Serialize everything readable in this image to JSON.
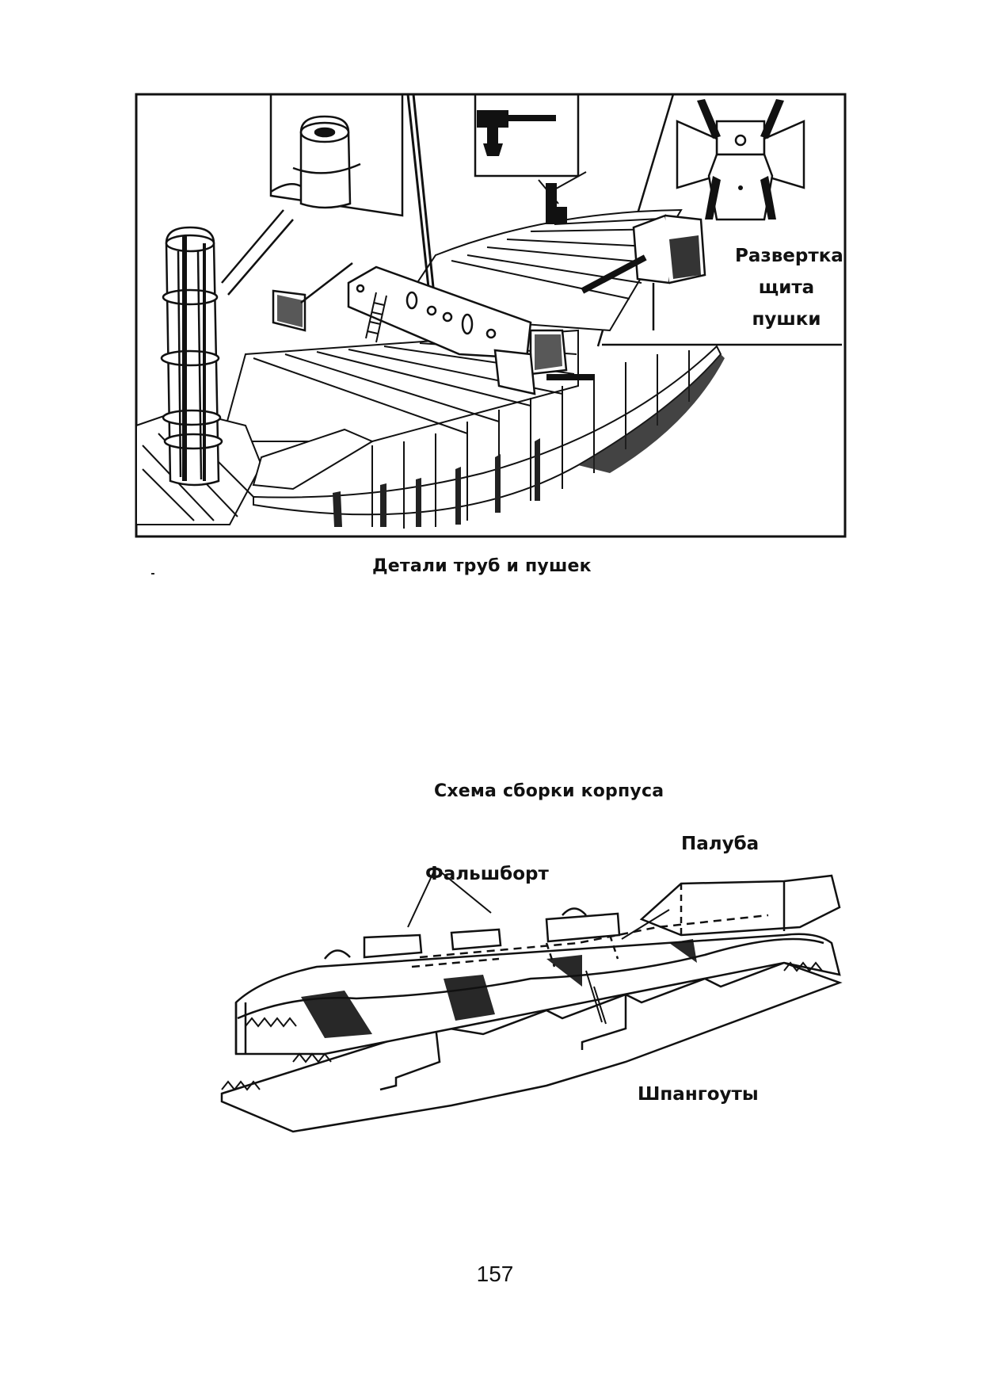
{
  "figure1": {
    "caption": "Детали труб и пушек",
    "shield_label": [
      "Развертка",
      "щита",
      "пушки"
    ]
  },
  "figure2": {
    "title": "Схема сборки корпуса",
    "labels": {
      "deck": "Палуба",
      "bulwark": "Фальшборт",
      "frames": "Шпангоуты"
    }
  },
  "page_number": "157"
}
